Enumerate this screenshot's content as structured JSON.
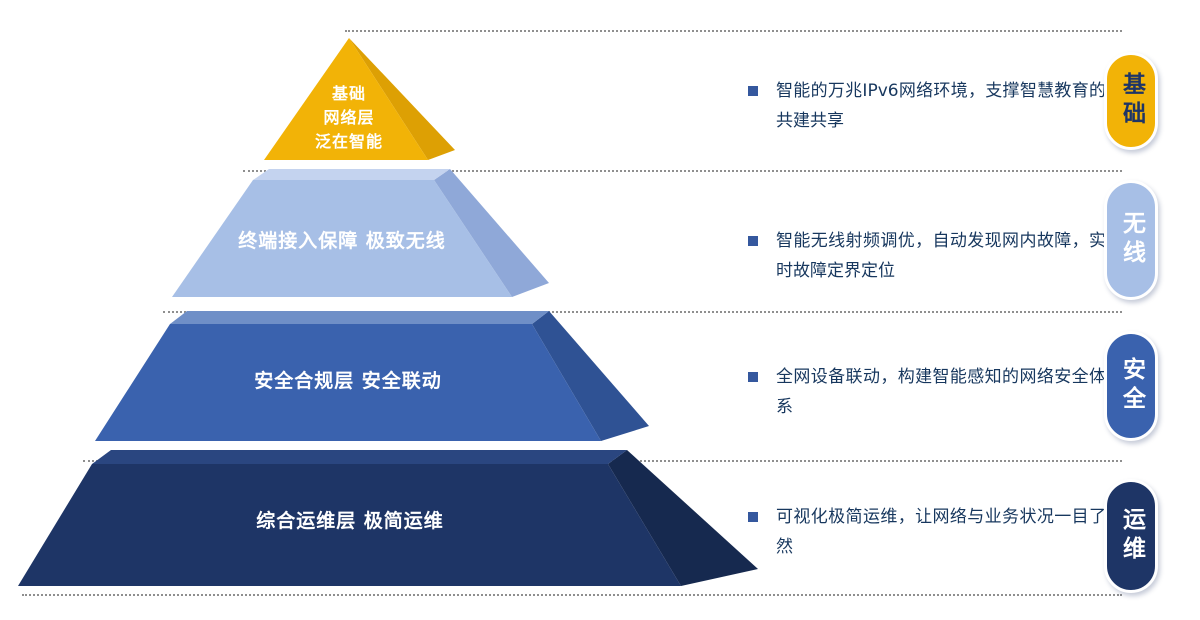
{
  "pyramid": {
    "layers": [
      {
        "id": "foundation-network",
        "lines": [
          "基础",
          "网络层",
          "泛在智能"
        ],
        "color": "#F2B307",
        "side_color": "#DDA004",
        "top_color": "#F2B307"
      },
      {
        "id": "wireless-access",
        "label": "终端接入保障 极致无线",
        "color": "#A7BFE6",
        "side_color": "#8FA8D8",
        "top_color": "#C4D3EF"
      },
      {
        "id": "security-compliance",
        "label": "安全合规层 安全联动",
        "color": "#3A62AE",
        "side_color": "#2F5294",
        "top_color": "#6F8FC7"
      },
      {
        "id": "operations",
        "label": "综合运维层 极简运维",
        "color": "#1E3566",
        "side_color": "#16294F",
        "top_color": "#2A4680"
      }
    ]
  },
  "annotations": [
    {
      "text": "智能的万兆IPv6网络环境，支撑智慧教育的共建共享",
      "bullet_color": "#35589E"
    },
    {
      "text": "智能无线射频调优，自动发现网内故障，实时故障定界定位",
      "bullet_color": "#35589E"
    },
    {
      "text": "全网设备联动，构建智能感知的网络安全体系",
      "bullet_color": "#35589E"
    },
    {
      "text": "可视化极简运维，让网络与业务状况一目了然",
      "bullet_color": "#35589E"
    }
  ],
  "badges": [
    {
      "label": "基础",
      "color": "#F2B307",
      "text_color": "#1E3566"
    },
    {
      "label": "无线",
      "color": "#A7BFE6",
      "text_color": "#FFFFFF"
    },
    {
      "label": "安全",
      "color": "#3A62AE",
      "text_color": "#FFFFFF"
    },
    {
      "label": "运维",
      "color": "#1E3566",
      "text_color": "#FFFFFF"
    }
  ]
}
